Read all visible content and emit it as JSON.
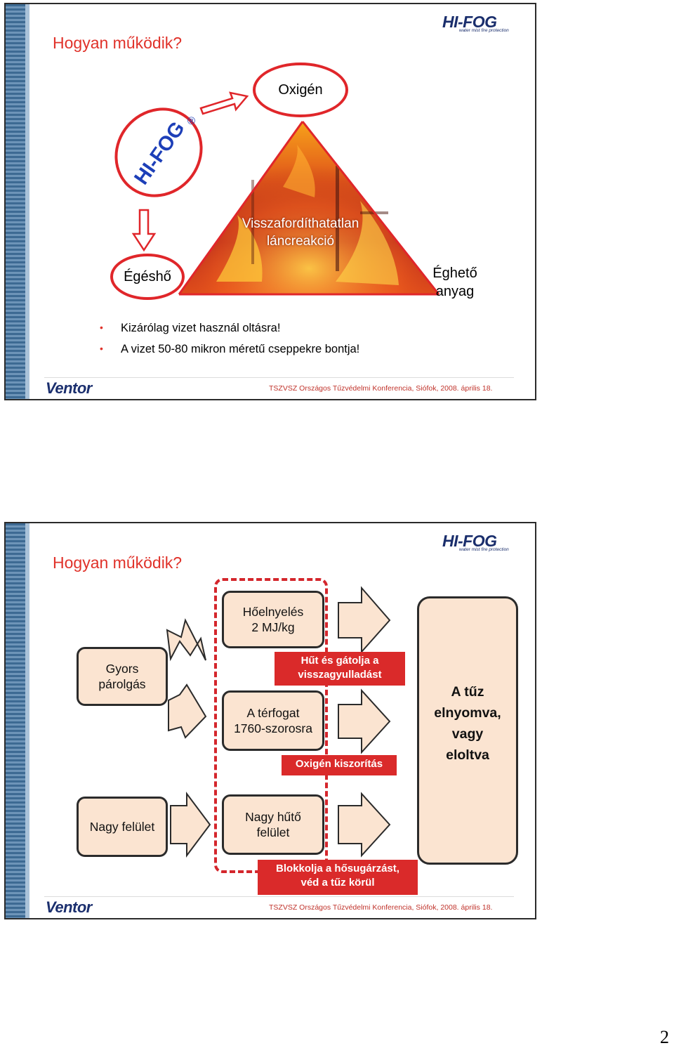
{
  "slide1": {
    "title": "Hogyan működik?",
    "logo": {
      "brand": "HI-FOG",
      "tagline": "water mist fire protection"
    },
    "hifog_badge": "HI-FOG",
    "hifog_badge_mark": "®",
    "oxygen": "Oxigén",
    "heat": "Égéshő",
    "fuel_line1": "Éghető",
    "fuel_line2": "anyag",
    "chain_line1": "Visszafordíthatatlan",
    "chain_line2": "láncreakció",
    "bullets": [
      "Kizárólag vizet használ oltásra!",
      "A vizet 50-80 mikron méretű cseppekre bontja!"
    ],
    "footer_logo": "Ventor",
    "footer_text": "TSZVSZ Országos Tűzvédelmi Konferencia, Siófok, 2008. április 18."
  },
  "slide2": {
    "title": "Hogyan működik?",
    "logo": {
      "brand": "HI-FOG",
      "tagline": "water mist fire protection"
    },
    "fast_evap_line1": "Gyors",
    "fast_evap_line2": "párolgás",
    "heat_absorb_line1": "Hőelnyelés",
    "heat_absorb_line2": "2 MJ/kg",
    "volume_line1": "A térfogat",
    "volume_line2": "1760-szorosra",
    "cool_label_line1": "Hűt és gátolja a",
    "cool_label_line2": "visszagyulladást",
    "oxygen_label": "Oxigén kiszorítás",
    "result_lines": [
      "A tűz",
      "elnyomva,",
      "vagy",
      "eloltva"
    ],
    "large_surface": "Nagy felület",
    "cooling_surface_line1": "Nagy hűtő",
    "cooling_surface_line2": "felület",
    "block_label_line1": "Blokkolja a hősugárzást,",
    "block_label_line2": "véd a tűz körül",
    "footer_logo": "Ventor",
    "footer_text": "TSZVSZ Országos Tűzvédelmi Konferencia, Siófok, 2008. április 18."
  },
  "page_number": "2",
  "colors": {
    "accent_red": "#e0322a",
    "box_fill": "#fbe4d1",
    "sidebar_blue": "#3d6a93",
    "logo_navy": "#1a2e6c"
  }
}
